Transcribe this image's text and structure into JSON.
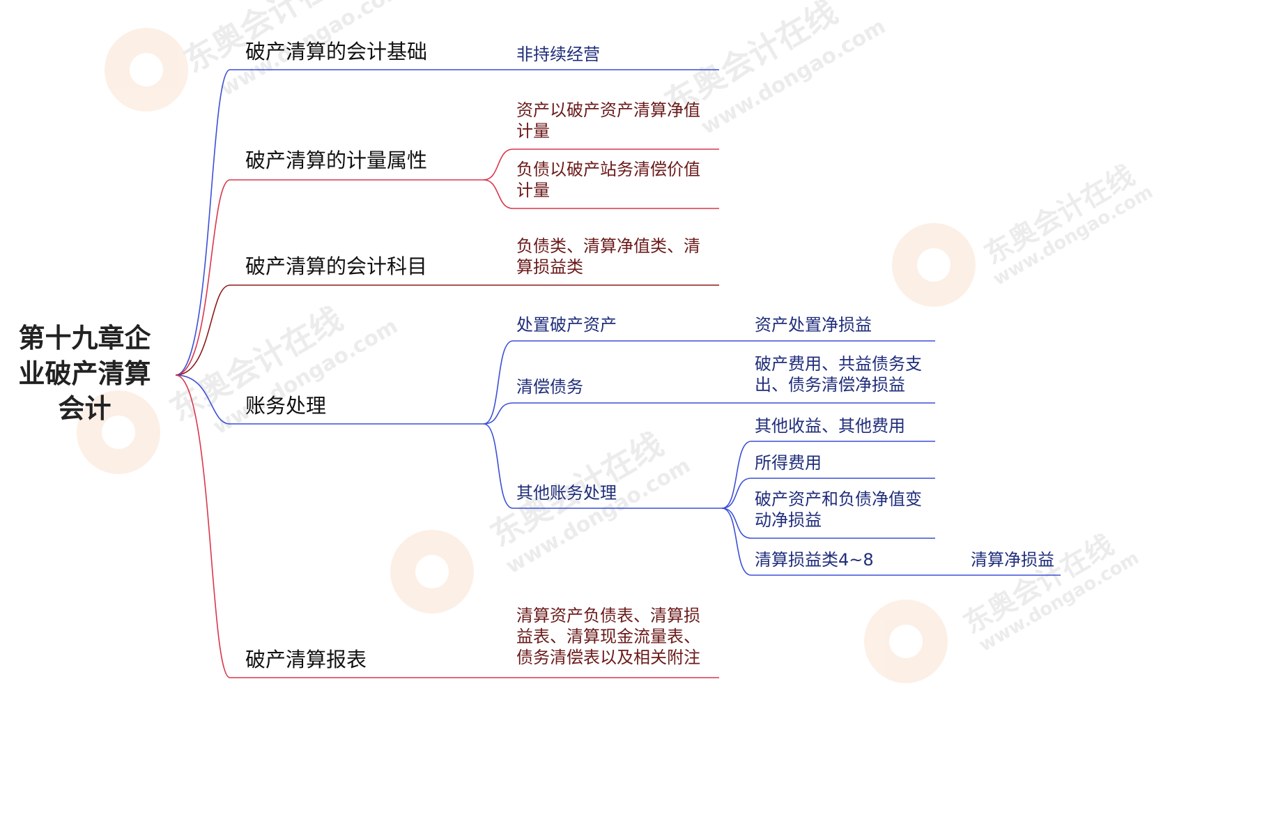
{
  "root": {
    "title": "第十九章企业破产清算会计"
  },
  "branches": [
    {
      "label": "破产清算的会计基础",
      "line_color": "#3b4fd6",
      "children": [
        {
          "label": "非持续经营",
          "tone": "blue"
        }
      ]
    },
    {
      "label": "破产清算的计量属性",
      "line_color": "#d9364b",
      "children": [
        {
          "label": "资产以破产资产清算净值计量",
          "tone": "red"
        },
        {
          "label": "负债以破产站务清偿价值计量",
          "tone": "red"
        }
      ]
    },
    {
      "label": "破产清算的会计科目",
      "line_color": "#8b1a1a",
      "children": [
        {
          "label": "负债类、清算净值类、清算损益类",
          "tone": "red"
        }
      ]
    },
    {
      "label": "账务处理",
      "line_color": "#3b4fd6",
      "children": [
        {
          "label": "处置破产资产",
          "tone": "blue",
          "children": [
            {
              "label": "资产处置净损益"
            }
          ]
        },
        {
          "label": "清偿债务",
          "tone": "blue",
          "children": [
            {
              "label": "破产费用、共益债务支出、债务清偿净损益"
            }
          ]
        },
        {
          "label": "其他账务处理",
          "tone": "blue",
          "children": [
            {
              "label": "其他收益、其他费用"
            },
            {
              "label": "所得费用"
            },
            {
              "label": "破产资产和负债净值变动净损益"
            },
            {
              "label": "清算损益类4~8",
              "children": [
                {
                  "label": "清算净损益"
                }
              ]
            }
          ]
        }
      ]
    },
    {
      "label": "破产清算报表",
      "line_color": "#d9364b",
      "children": [
        {
          "label": "清算资产负债表、清算损益表、清算现金流量表、债务清偿表以及相关附注",
          "tone": "red"
        }
      ]
    }
  ],
  "watermark": {
    "brand": "东奥会计在线",
    "url": "www.dongao.com"
  }
}
